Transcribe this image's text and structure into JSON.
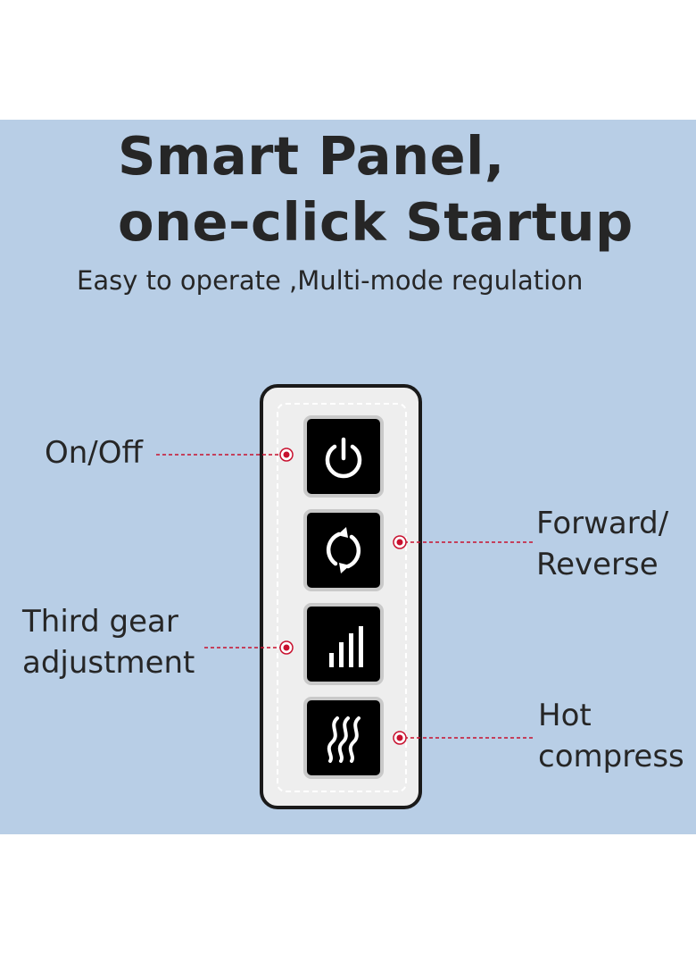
{
  "header": {
    "title_line1": "Smart Panel,",
    "title_line2": "one-click Startup",
    "subtitle": "Easy to operate ,Multi-mode regulation"
  },
  "buttons": [
    {
      "icon": "power-icon"
    },
    {
      "icon": "rotate-icon"
    },
    {
      "icon": "signal-bars-icon"
    },
    {
      "icon": "heat-waves-icon"
    }
  ],
  "labels": {
    "on_off": "On/Off",
    "forward_line1": "Forward/",
    "forward_line2": "Reverse",
    "gear_line1": "Third gear",
    "gear_line2": "adjustment",
    "hot_line1": "Hot",
    "hot_line2": "compress"
  },
  "colors": {
    "background": "#b8cee6",
    "button": "#000000",
    "panel": "#eeeeee",
    "leader": "#c8102e",
    "text": "#262626"
  }
}
